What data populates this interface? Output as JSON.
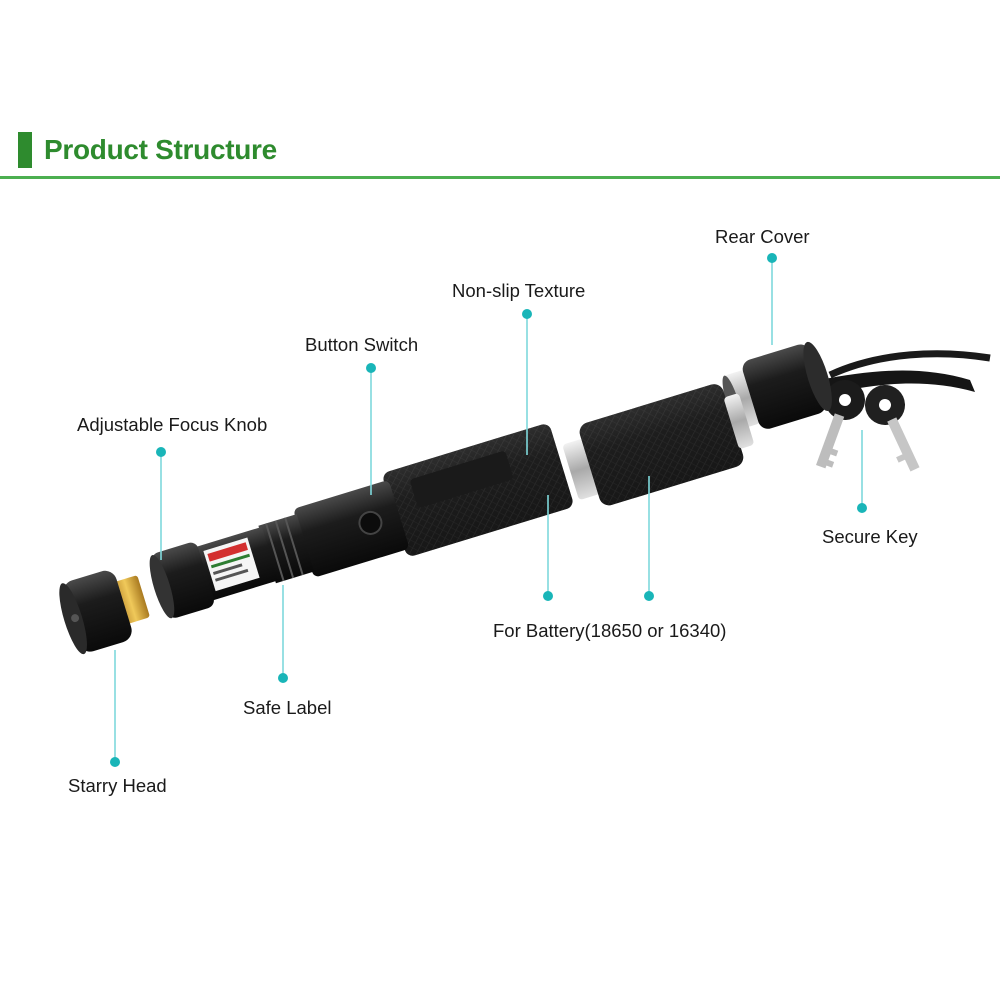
{
  "header": {
    "title": "Product Structure"
  },
  "colors": {
    "header_accent": "#2e8b2e",
    "header_text": "#2e8b2e",
    "header_rule": "#4caf50",
    "callout_line": "#7fd9dc",
    "callout_dot": "#19b5b8",
    "body_dark": "#161616",
    "body_mid": "#2b2b2b",
    "metal": "#c9c9c9",
    "brass": "#d4a437"
  },
  "callouts": {
    "rear_cover": "Rear Cover",
    "non_slip_texture": "Non-slip Texture",
    "button_switch": "Button Switch",
    "adjustable_focus_knob": "Adjustable Focus Knob",
    "secure_key": "Secure Key",
    "for_battery": "For Battery(18650 or 16340)",
    "safe_label": "Safe Label",
    "starry_head": "Starry Head"
  },
  "illustration": {
    "subject": "laser pointer with removable starry head cap, keys and lanyard"
  }
}
